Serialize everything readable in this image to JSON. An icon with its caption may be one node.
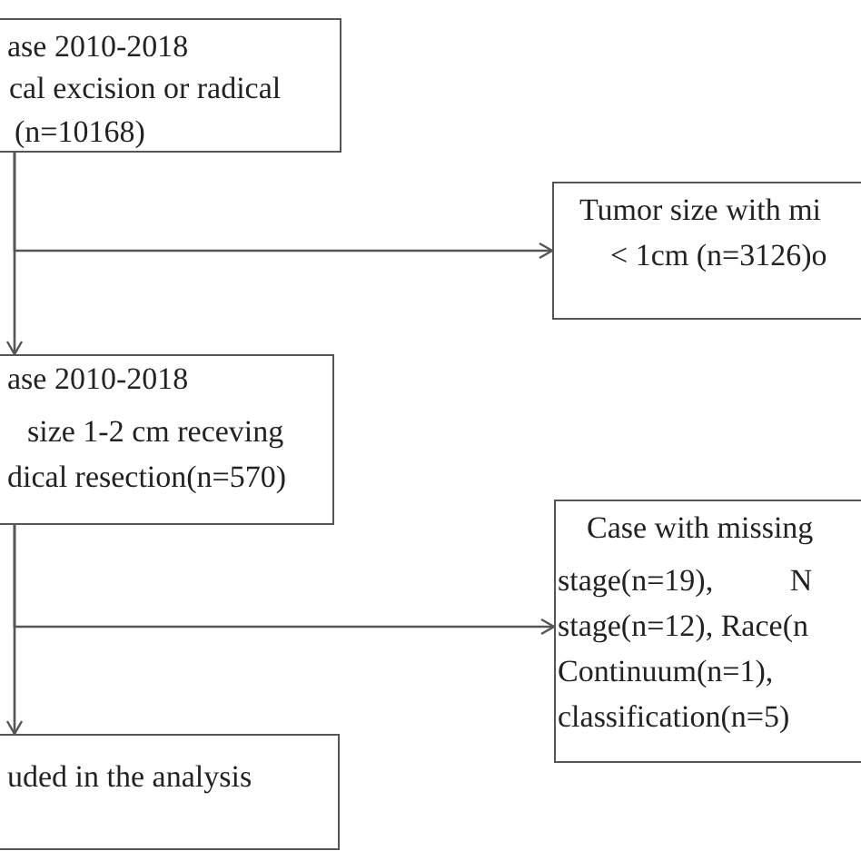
{
  "diagram": {
    "nodes": [
      {
        "text": [
          "ase 2010-2018",
          "cal excision or radical",
          "(n=10168)"
        ]
      },
      {
        "text": [
          "Tumor size with mi",
          "< 1cm (n=3126)o"
        ]
      },
      {
        "text": [
          "ase 2010-2018",
          "size 1-2 cm receving",
          "dical resection(n=570)"
        ]
      },
      {
        "text": [
          "uded in the analysis"
        ]
      },
      {
        "text": [
          "Case with missing",
          "stage(n=19), N",
          "stage(n=12), Race(n",
          "Continuum(n=1),",
          "classification(n=5)"
        ]
      }
    ],
    "edges": [
      {
        "from": 0,
        "to": 2,
        "arrow": "to"
      },
      {
        "from": 0,
        "to": 1,
        "arrow": "to"
      },
      {
        "from": 2,
        "to": 3,
        "arrow": "to"
      },
      {
        "from": 2,
        "to": 4,
        "arrow": "to"
      }
    ]
  }
}
